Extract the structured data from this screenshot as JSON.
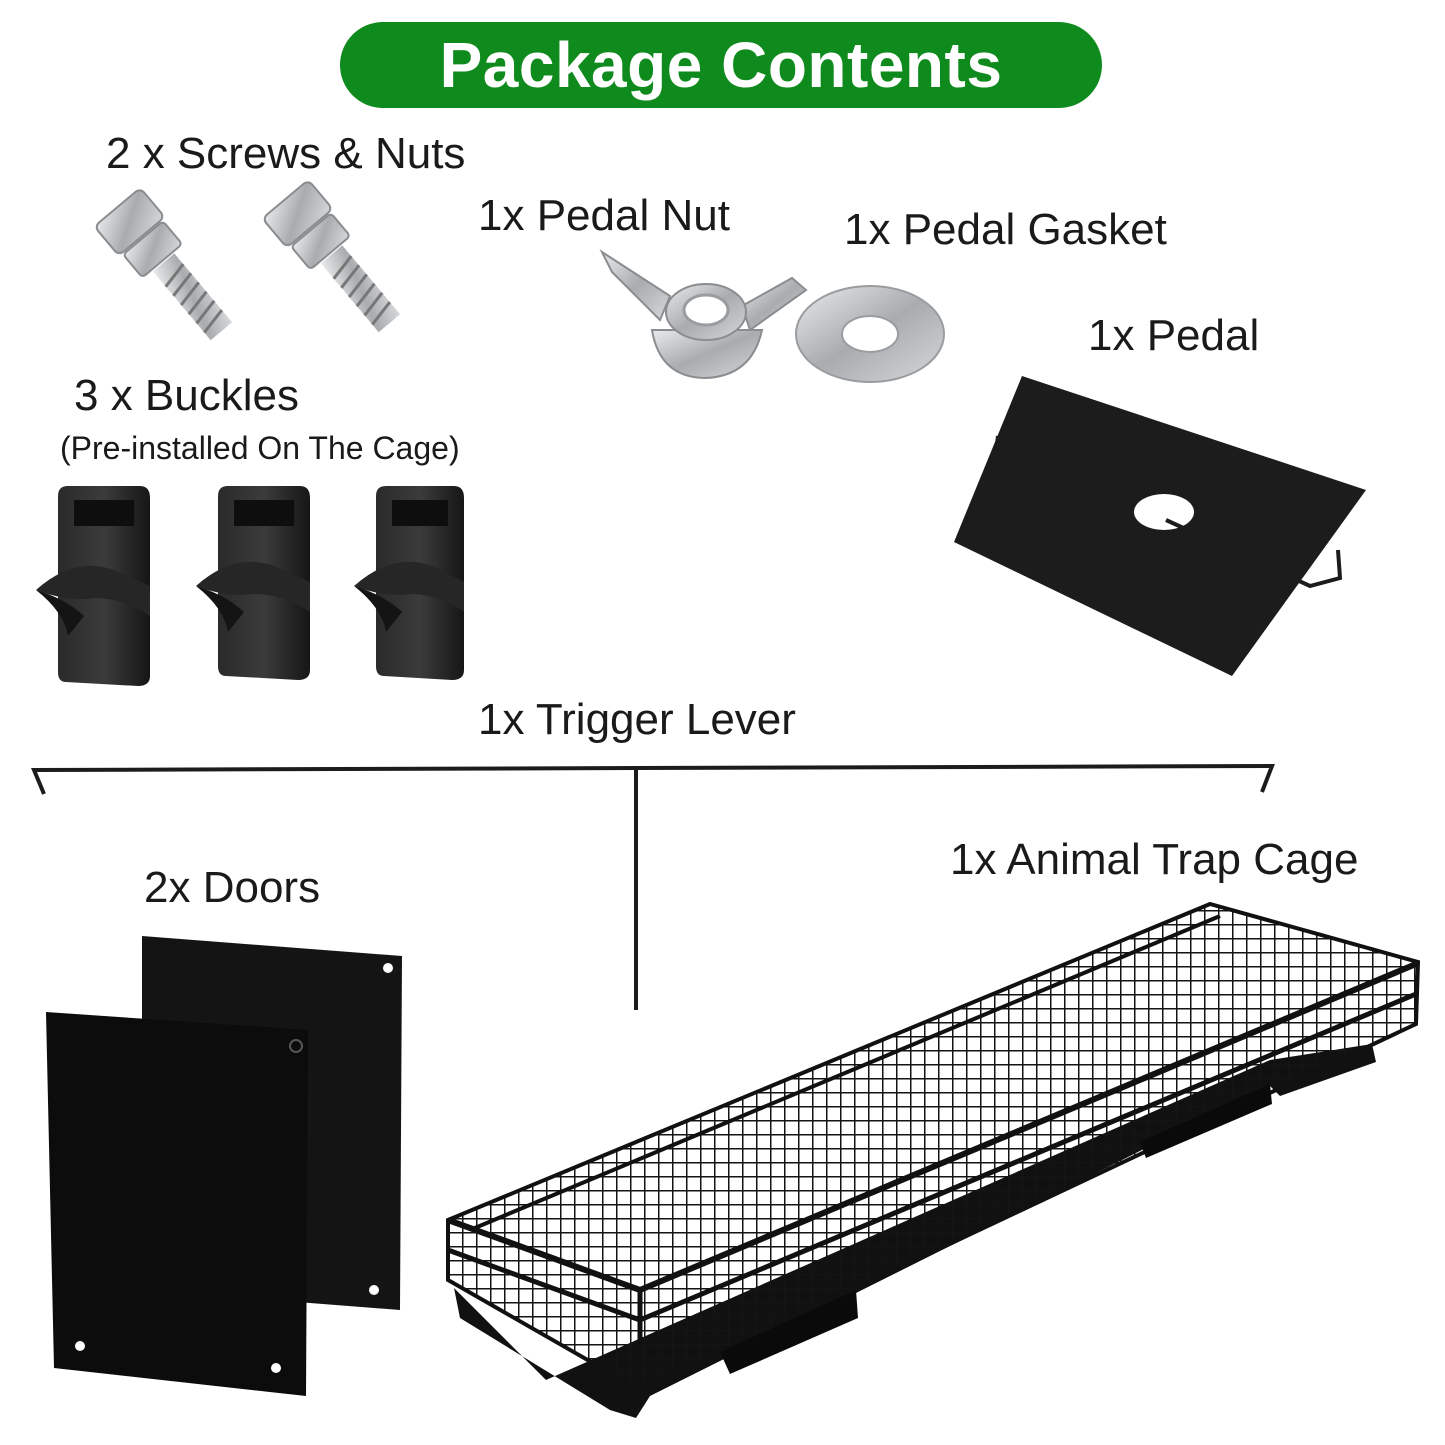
{
  "title": "Package Contents",
  "items": {
    "screws": "2 x Screws & Nuts",
    "pedal_nut": "1x Pedal Nut",
    "pedal_gasket": "1x Pedal Gasket",
    "pedal": "1x Pedal",
    "buckles": "3 x Buckles",
    "buckles_note": "(Pre-installed On The Cage)",
    "trigger_lever": "1x Trigger Lever",
    "doors": "2x Doors",
    "cage": "1x Animal Trap Cage"
  },
  "colors": {
    "banner": "#0f8a1c",
    "parts_dark": "#1c1c1c",
    "metal": "#b9bcbf"
  }
}
